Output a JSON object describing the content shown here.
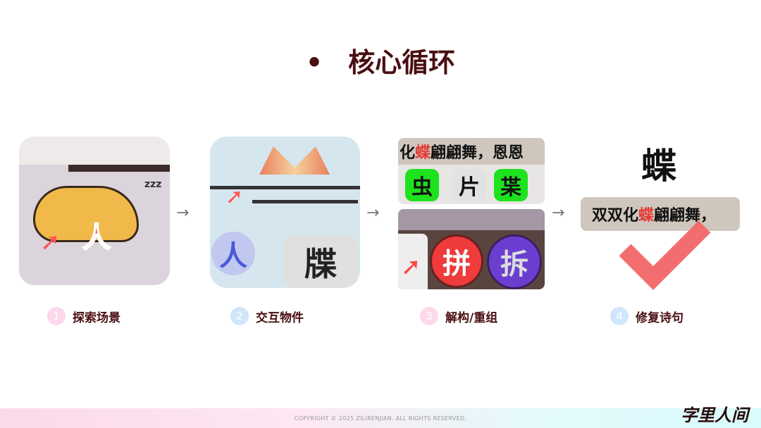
{
  "title": {
    "bullet": "•",
    "text": "核心循环"
  },
  "steps": [
    {
      "num": "1",
      "label": "探索场景",
      "color": "#fbd9ea"
    },
    {
      "num": "2",
      "label": "交互物件",
      "color": "#cfe6fb"
    },
    {
      "num": "3",
      "label": "解构/重组",
      "color": "#fbd9ea"
    },
    {
      "num": "4",
      "label": "修复诗句",
      "color": "#cfe6fb"
    }
  ],
  "arrow": "→",
  "panel1": {
    "char": "人",
    "zzz": "zzz"
  },
  "panel2": {
    "char_a": "人",
    "char_b": "牒"
  },
  "panel3": {
    "poem_pre": "化",
    "poem_hl": "蝶",
    "poem_post": "翩翩舞，恩恩",
    "pieces": [
      "虫",
      "片",
      "枼"
    ],
    "btn_join": "拼",
    "btn_split": "拆"
  },
  "panel4": {
    "result": "蝶",
    "poem_pre": "双双化",
    "poem_hl": "蝶",
    "poem_post": "翩翩舞，"
  },
  "footer": {
    "copyright": "COPYRIGHT © 2025 ZILIRENJIAN. ALL RIGHTS RESERVED.",
    "logo": "字里人间"
  }
}
